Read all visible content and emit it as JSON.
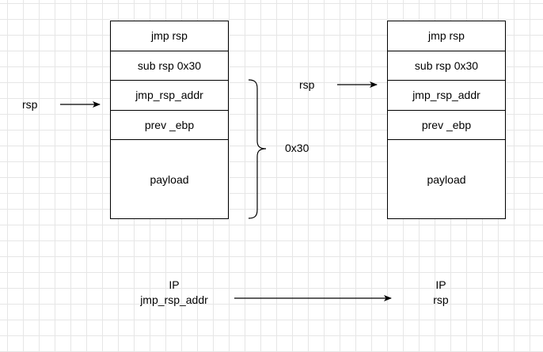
{
  "stack_left": {
    "cells": [
      "jmp rsp",
      "sub rsp 0x30",
      "jmp_rsp_addr",
      "prev _ebp",
      "payload"
    ]
  },
  "stack_right": {
    "cells": [
      "jmp rsp",
      "sub rsp 0x30",
      "jmp_rsp_addr",
      "prev _ebp",
      "payload"
    ]
  },
  "rsp_left": "rsp",
  "rsp_right": "rsp",
  "brace_label": "0x30",
  "ip_before": {
    "title": "IP",
    "value": "jmp_rsp_addr"
  },
  "ip_after": {
    "title": "IP",
    "value": "rsp"
  }
}
